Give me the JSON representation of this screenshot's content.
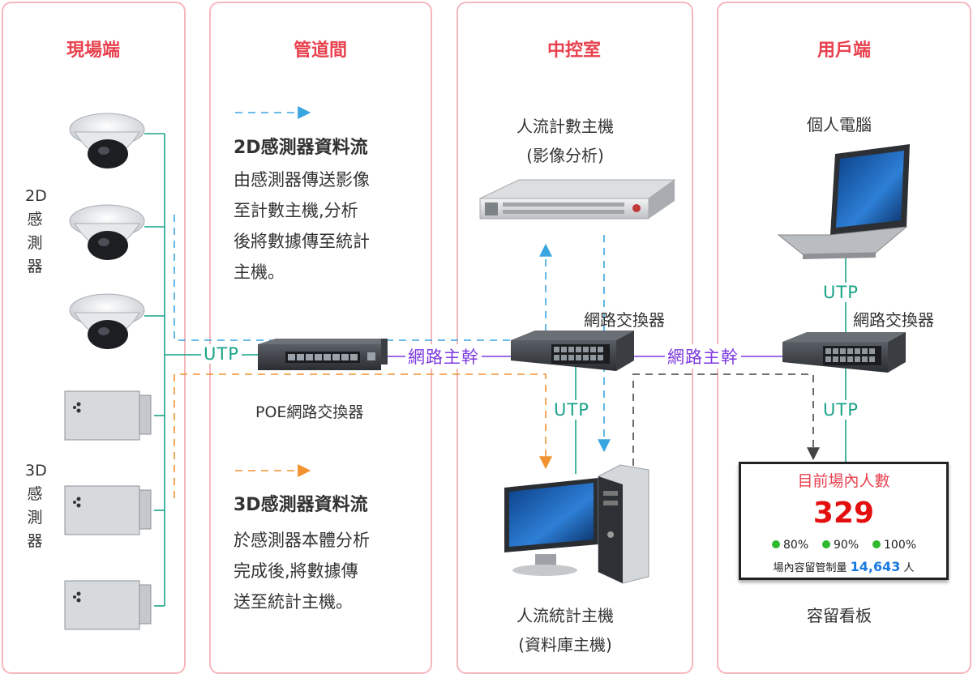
{
  "panels": {
    "site": "現場端",
    "pipe": "管道間",
    "control": "中控室",
    "user": "用戶端"
  },
  "labels": {
    "sensor_2d": [
      "2D",
      "感",
      "測",
      "器"
    ],
    "sensor_3d": [
      "3D",
      "感",
      "測",
      "器"
    ],
    "utp": "UTP",
    "trunk": "網路主幹",
    "poe_switch": "POE網路交換器",
    "switch": "網路交換器",
    "counting_host_line1": "人流計數主機",
    "counting_host_line2": "(影像分析)",
    "stats_host_line1": "人流統計主機",
    "stats_host_line2": "(資料庫主機)",
    "pc": "個人電腦",
    "board_caption": "容留看板"
  },
  "notes": {
    "flow_2d": {
      "title": "2D感測器資料流",
      "lines": [
        "由感測器傳送影像",
        "至計數主機,分析",
        "後將數據傳至統計",
        "主機。"
      ]
    },
    "flow_3d": {
      "title": "3D感測器資料流",
      "lines": [
        "於感測器本體分析",
        "完成後,將數據傳",
        "送至統計主機。"
      ]
    }
  },
  "board": {
    "title": "目前場內人數",
    "count": "329",
    "levels": [
      "80%",
      "90%",
      "100%"
    ],
    "capacity_label": "場內容留管制量",
    "capacity_value": "14,643",
    "capacity_unit": "人"
  },
  "colors": {
    "panel_border": "#f6b7bd",
    "title": "#e8414e",
    "utp_line": "#1aa389",
    "trunk_line": "#7d3ae0",
    "flow_2d": "#3aa6e0",
    "flow_3d": "#f0922e",
    "board_count": "#e30f0f",
    "board_capacity": "#1a7ae0",
    "status_dot": "#2fb92c"
  }
}
